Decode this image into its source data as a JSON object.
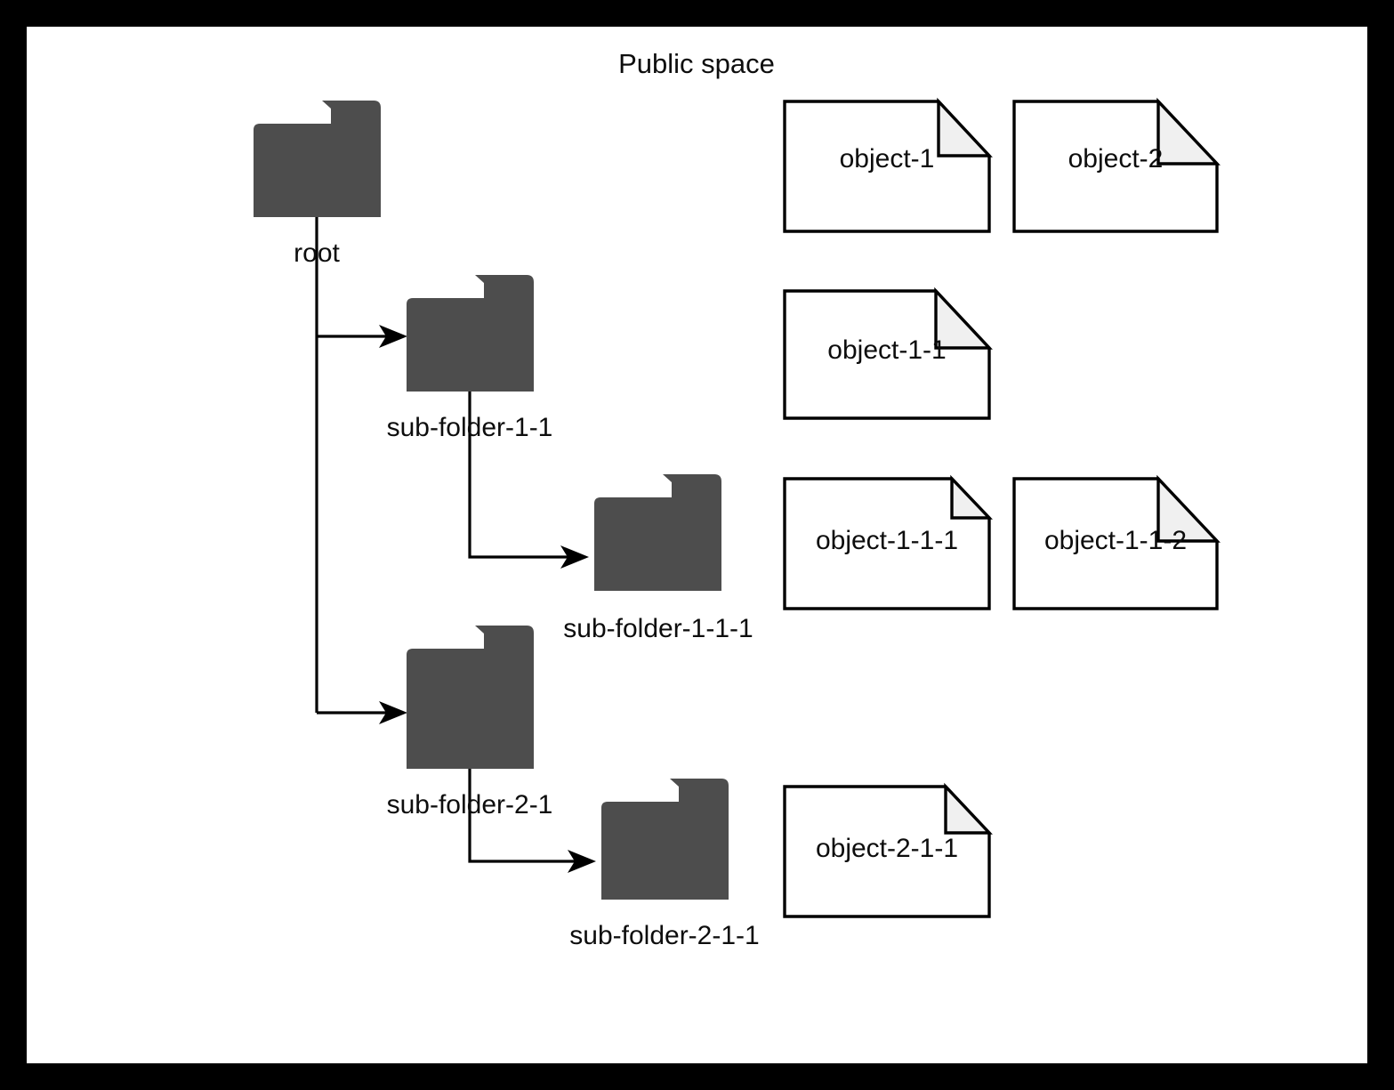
{
  "diagram": {
    "title": "Public space",
    "background_color": "#ffffff",
    "frame_color": "#000000",
    "folder_color": "#4d4d4d",
    "document_fill": "#ffffff",
    "document_fold_fill": "#f0f0f0",
    "stroke_color": "#000000",
    "folders": [
      {
        "id": "root",
        "label": "root",
        "depth": 0
      },
      {
        "id": "sub-folder-1-1",
        "label": "sub-folder-1-1",
        "depth": 1
      },
      {
        "id": "sub-folder-1-1-1",
        "label": "sub-folder-1-1-1",
        "depth": 2
      },
      {
        "id": "sub-folder-2-1",
        "label": "sub-folder-2-1",
        "depth": 1
      },
      {
        "id": "sub-folder-2-1-1",
        "label": "sub-folder-2-1-1",
        "depth": 2
      }
    ],
    "objects": [
      {
        "id": "object-1",
        "label": "object-1",
        "row": 1,
        "column": 1,
        "parent": "root"
      },
      {
        "id": "object-2",
        "label": "object-2",
        "row": 1,
        "column": 2,
        "parent": "root"
      },
      {
        "id": "object-1-1",
        "label": "object-1-1",
        "row": 2,
        "column": 1,
        "parent": "sub-folder-1-1"
      },
      {
        "id": "object-1-1-1",
        "label": "object-1-1-1",
        "row": 3,
        "column": 1,
        "parent": "sub-folder-1-1-1"
      },
      {
        "id": "object-1-1-2",
        "label": "object-1-1-2",
        "row": 3,
        "column": 2,
        "parent": "sub-folder-1-1-1"
      },
      {
        "id": "object-2-1-1",
        "label": "object-2-1-1",
        "row": 4,
        "column": 1,
        "parent": "sub-folder-2-1-1"
      }
    ],
    "edges": [
      {
        "from": "root",
        "to": "sub-folder-1-1"
      },
      {
        "from": "root",
        "to": "sub-folder-2-1"
      },
      {
        "from": "sub-folder-1-1",
        "to": "sub-folder-1-1-1"
      },
      {
        "from": "sub-folder-2-1",
        "to": "sub-folder-2-1-1"
      }
    ]
  }
}
